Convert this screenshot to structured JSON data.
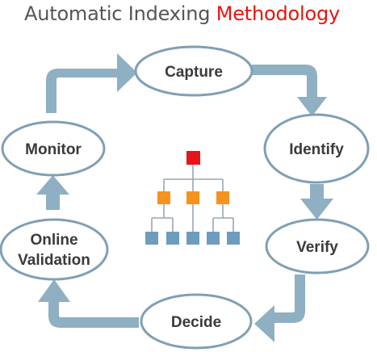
{
  "title": {
    "part1": "Automatic Indexing ",
    "part2": "Methodology"
  },
  "colors": {
    "arrow": "#8fafc3",
    "node_stroke": "#7f9fb4",
    "node_fill": "#ffffff",
    "label": "#3a3a3a",
    "title_gray": "#555555",
    "title_red": "#e8140c",
    "tree_root": "#e8141b",
    "tree_mid": "#f5931e",
    "tree_leaf": "#6e9cbd",
    "tree_line": "#9aa7b0"
  },
  "nodes": {
    "capture": "Capture",
    "identify": "Identify",
    "verify": "Verify",
    "decide": "Decide",
    "online_validation": [
      "Online",
      "Validation"
    ],
    "monitor": "Monitor"
  },
  "icon": "hierarchy-tree-icon"
}
